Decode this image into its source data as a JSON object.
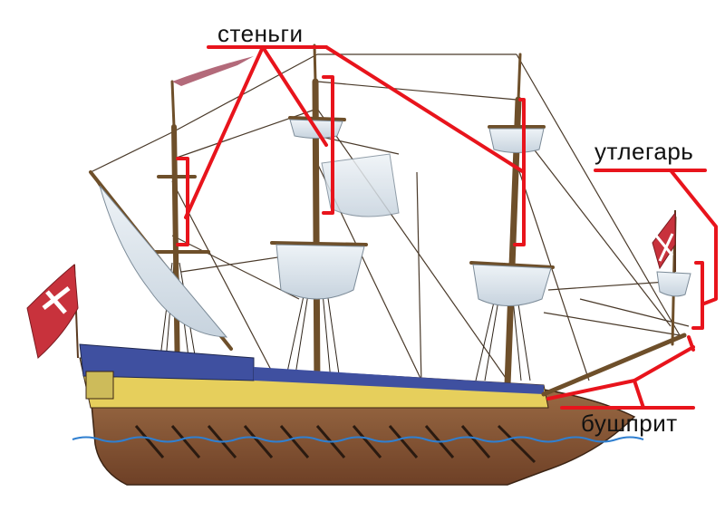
{
  "labels": {
    "topmasts": "стеньги",
    "jib_boom": "утлегарь",
    "bowsprit": "бушприт"
  },
  "colors": {
    "leader": "#e8141c",
    "hull_lower": "#8a5a3a",
    "hull_band_yellow": "#e8d25a",
    "hull_band_blue": "#3d4f9e",
    "sail": "#dfe7ee",
    "mast": "#7a5a32",
    "water": "#2f7fd0",
    "flag_red": "#c8323c"
  },
  "icons": [
    "ship-illustration"
  ]
}
